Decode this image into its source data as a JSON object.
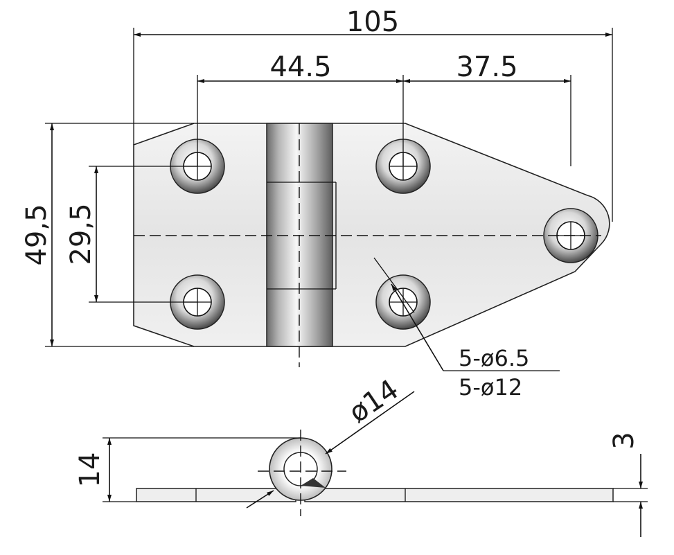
{
  "dimensions": {
    "overall_length": "105",
    "hole_spacing_left": "44.5",
    "hole_spacing_right": "37.5",
    "overall_height": "49,5",
    "hole_vertical_spacing": "29,5",
    "hole_diameter_callout": "5-ø6.5",
    "counterbore_callout": "5-ø12",
    "knuckle_diameter": "ø14",
    "knuckle_height": "14",
    "plate_thickness": "3"
  },
  "colors": {
    "line": "#111111",
    "plate_fill": "#e9e9e9",
    "knuckle_dark": "#6e6e6e",
    "knuckle_light": "#f4f4f4"
  }
}
